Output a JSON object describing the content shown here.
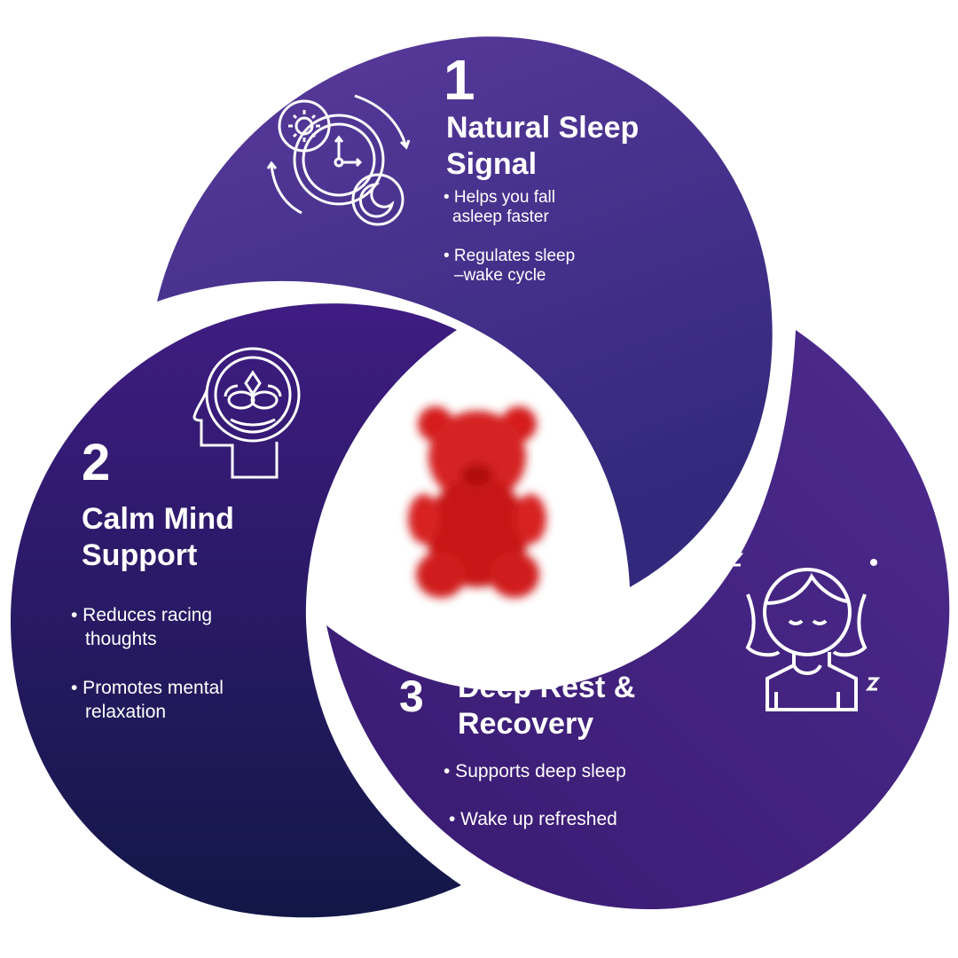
{
  "steps": [
    {
      "number": "1",
      "title_line1": "Natural Sleep",
      "title_line2": "Signal",
      "bullets": [
        [
          "• Helps you fall",
          "asleep faster"
        ],
        [
          "• Regulates sleep",
          "–wake cycle"
        ]
      ],
      "icon": "clock-sun-moon-cycle-icon"
    },
    {
      "number": "2",
      "title_line1": "Calm Mind",
      "title_line2": "Support",
      "bullets": [
        [
          "• Reduces racing",
          "thoughts"
        ],
        [
          "• Promotes mental",
          "relaxation"
        ]
      ],
      "icon": "head-lotus-icon"
    },
    {
      "number": "3",
      "title_line1": "Deep Rest &",
      "title_line2": "Recovery",
      "bullets": [
        [
          "• Supports deep sleep"
        ],
        [
          "• Wake up refreshed"
        ]
      ],
      "icon": "sleeping-person-icon"
    }
  ],
  "center_image": "red-gummy-bear",
  "colors": {
    "shape1_top": "#5a3a9c",
    "shape1_bottom": "#35297e",
    "shape2_top": "#3f1c82",
    "shape2_bottom": "#121747",
    "shape3_top": "#4b2a8c",
    "shape3_bottom": "#3a1a72",
    "bear": "#d81e1e"
  }
}
